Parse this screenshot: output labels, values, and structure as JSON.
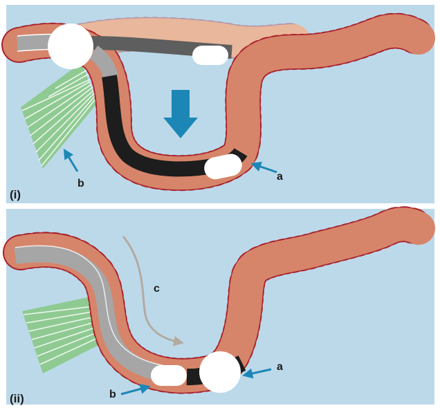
{
  "panels": [
    {
      "label": "(i)",
      "callouts": {
        "a": "a",
        "b": "b"
      }
    },
    {
      "label": "(ii)",
      "callouts": {
        "a": "a",
        "b": "b",
        "c": "c"
      }
    }
  ],
  "colors": {
    "background": "#bcd9ea",
    "colon": "#d6856a",
    "colon_outline": "#a8202a",
    "colon_faded": "#e9b79b",
    "scope_black": "#1d1d1d",
    "scope_grey": "#a6a6a6",
    "scope_dark_grey": "#5e5e5e",
    "mesentery": "#8cc98d",
    "arrow_blue": "#1c87b6",
    "arrow_grey": "#b3aaa0"
  }
}
